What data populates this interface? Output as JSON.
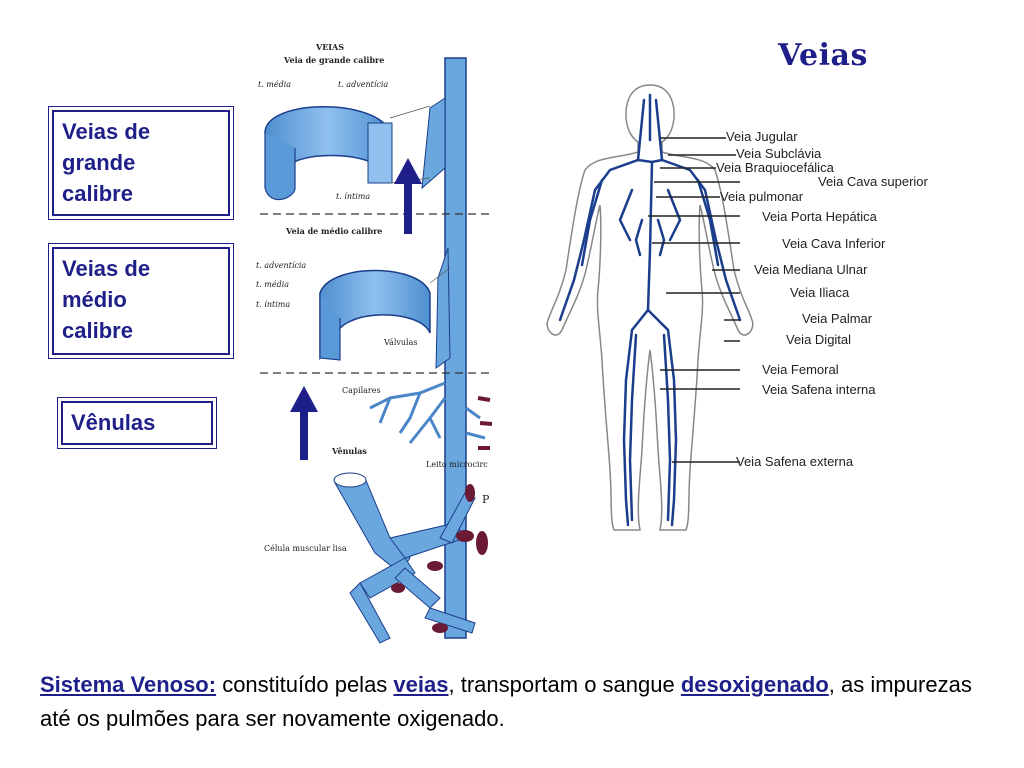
{
  "title": "Veias",
  "boxes": [
    {
      "lines": [
        "Veias de",
        "grande",
        "calibre"
      ]
    },
    {
      "lines": [
        "Veias de",
        "médio",
        "calibre"
      ]
    },
    {
      "lines": [
        "Vênulas"
      ]
    }
  ],
  "diagram": {
    "header": "VEIAS",
    "large": "Veia de grande calibre",
    "medium": "Veia de médio calibre",
    "large_media": "t. média",
    "large_adventicia": "t. adventícia",
    "large_intima": "t. íntima",
    "med_adventicia": "t. adventícia",
    "med_media": "t. média",
    "med_intima": "t. íntima",
    "valvulas": "Válvulas",
    "capilares": "Capilares",
    "venulas": "Vênulas",
    "leito": "Leito microcirc",
    "celula": "Célula muscular lisa",
    "p": "P"
  },
  "body_labels": [
    "Veia Jugular",
    "Veia Subclávia",
    "Veia Braquiocefálica",
    "Veia Cava superior",
    "Veia pulmonar",
    "Veia Porta Hepática",
    "Veia Cava Inferior",
    "Veia Mediana Ulnar",
    "Veia Iliaca",
    "Veia Palmar",
    "Veia Digital",
    "Veia Femoral",
    "Veia Safena interna",
    "Veia Safena externa"
  ],
  "caption": {
    "term": "Sistema Venoso:",
    "t1": " constituído pelas ",
    "veias": "veias",
    "t2": ", transportam o sangue ",
    "desox": "desoxigenado",
    "t3": ", as impurezas até os pulmões para ser novamente oxigenado."
  },
  "colors": {
    "accent": "#1f1f8a",
    "vein_fill": "#6aa7df",
    "vein_dark": "#1a3e8c",
    "maroon": "#6b1a35"
  }
}
